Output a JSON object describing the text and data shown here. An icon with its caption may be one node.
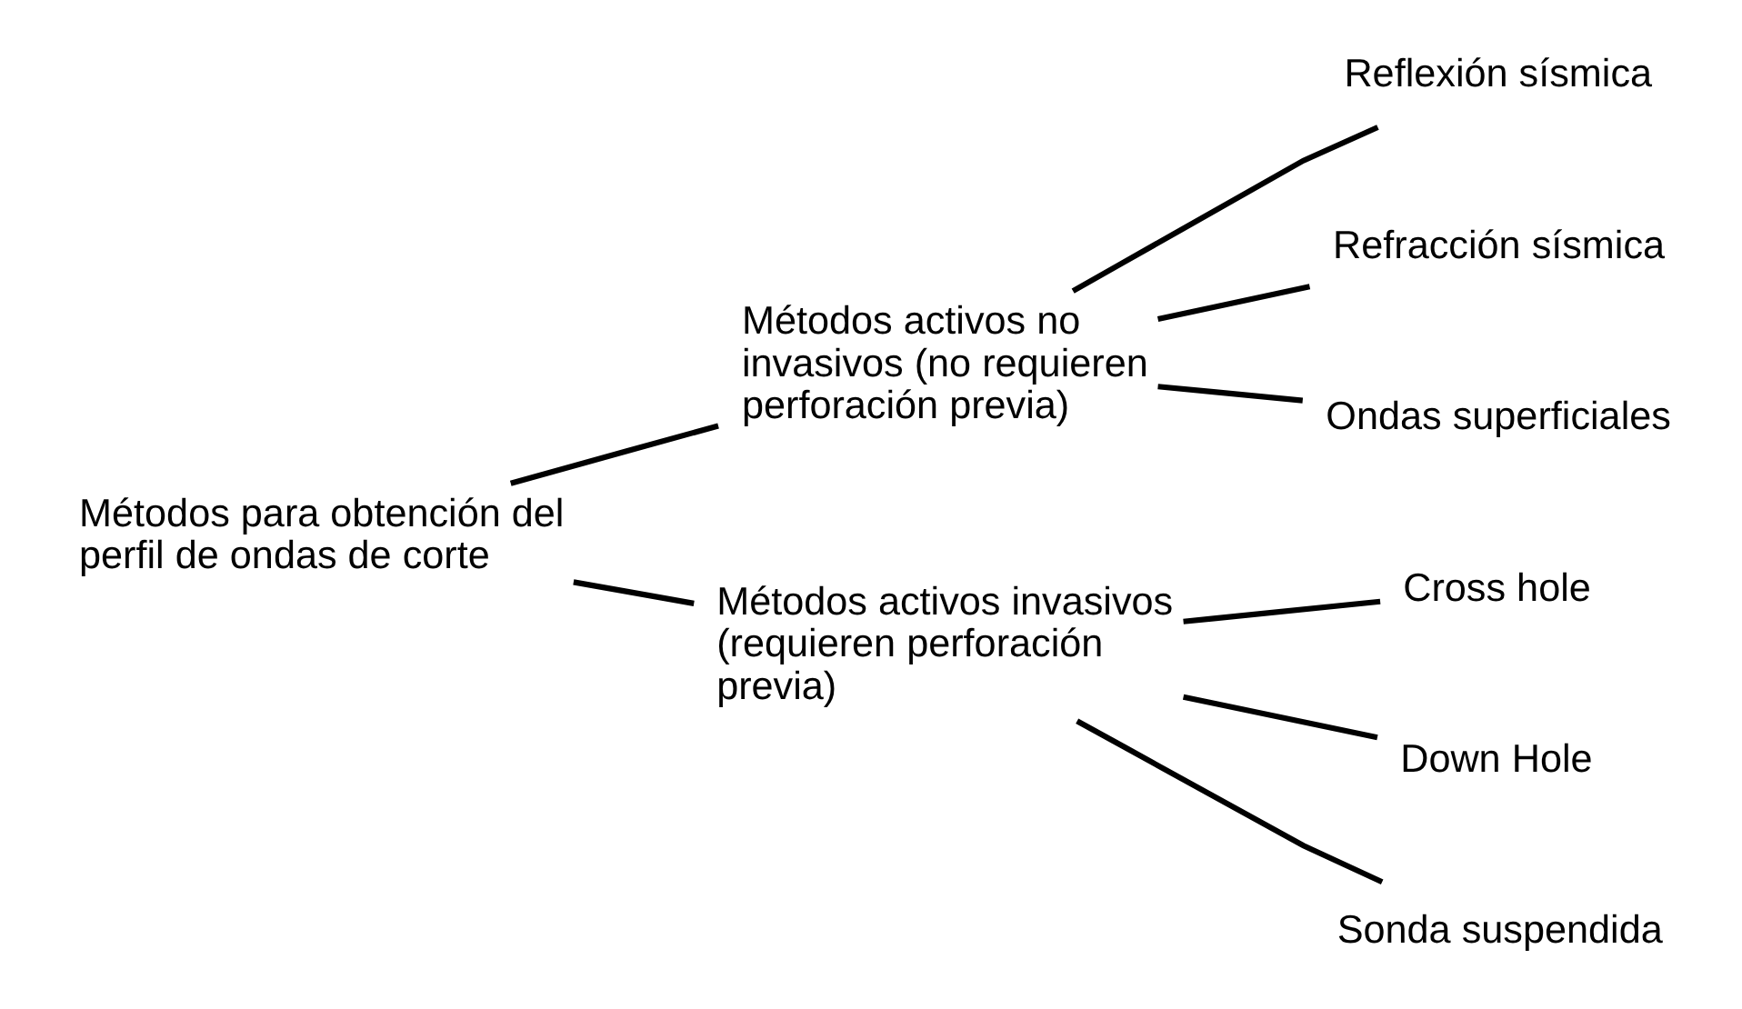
{
  "diagram": {
    "nodes": [
      {
        "text": [
          "Métodos para obtención del perfil de ondas de corte"
        ]
      },
      {
        "text": [
          "Métodos activos no invasivos (no requieren perforación previa)"
        ]
      },
      {
        "text": [
          "Reflexión sísmica"
        ]
      },
      {
        "text": [
          "Refracción sísmica"
        ]
      },
      {
        "text": [
          "Ondas superficiales"
        ]
      },
      {
        "text": [
          "Métodos activos invasivos (requieren perforación previa)"
        ]
      },
      {
        "text": [
          "Cross hole"
        ]
      },
      {
        "text": [
          "Down Hole"
        ]
      },
      {
        "text": [
          "Sonda suspendida"
        ]
      }
    ],
    "edges": [
      {
        "from": 0,
        "to": 1,
        "arrow": "none"
      },
      {
        "from": 0,
        "to": 5,
        "arrow": "none"
      },
      {
        "from": 1,
        "to": 2,
        "arrow": "none"
      },
      {
        "from": 1,
        "to": 3,
        "arrow": "none"
      },
      {
        "from": 1,
        "to": 4,
        "arrow": "none"
      },
      {
        "from": 5,
        "to": 6,
        "arrow": "none"
      },
      {
        "from": 5,
        "to": 7,
        "arrow": "none"
      },
      {
        "from": 5,
        "to": 8,
        "arrow": "none"
      }
    ]
  }
}
